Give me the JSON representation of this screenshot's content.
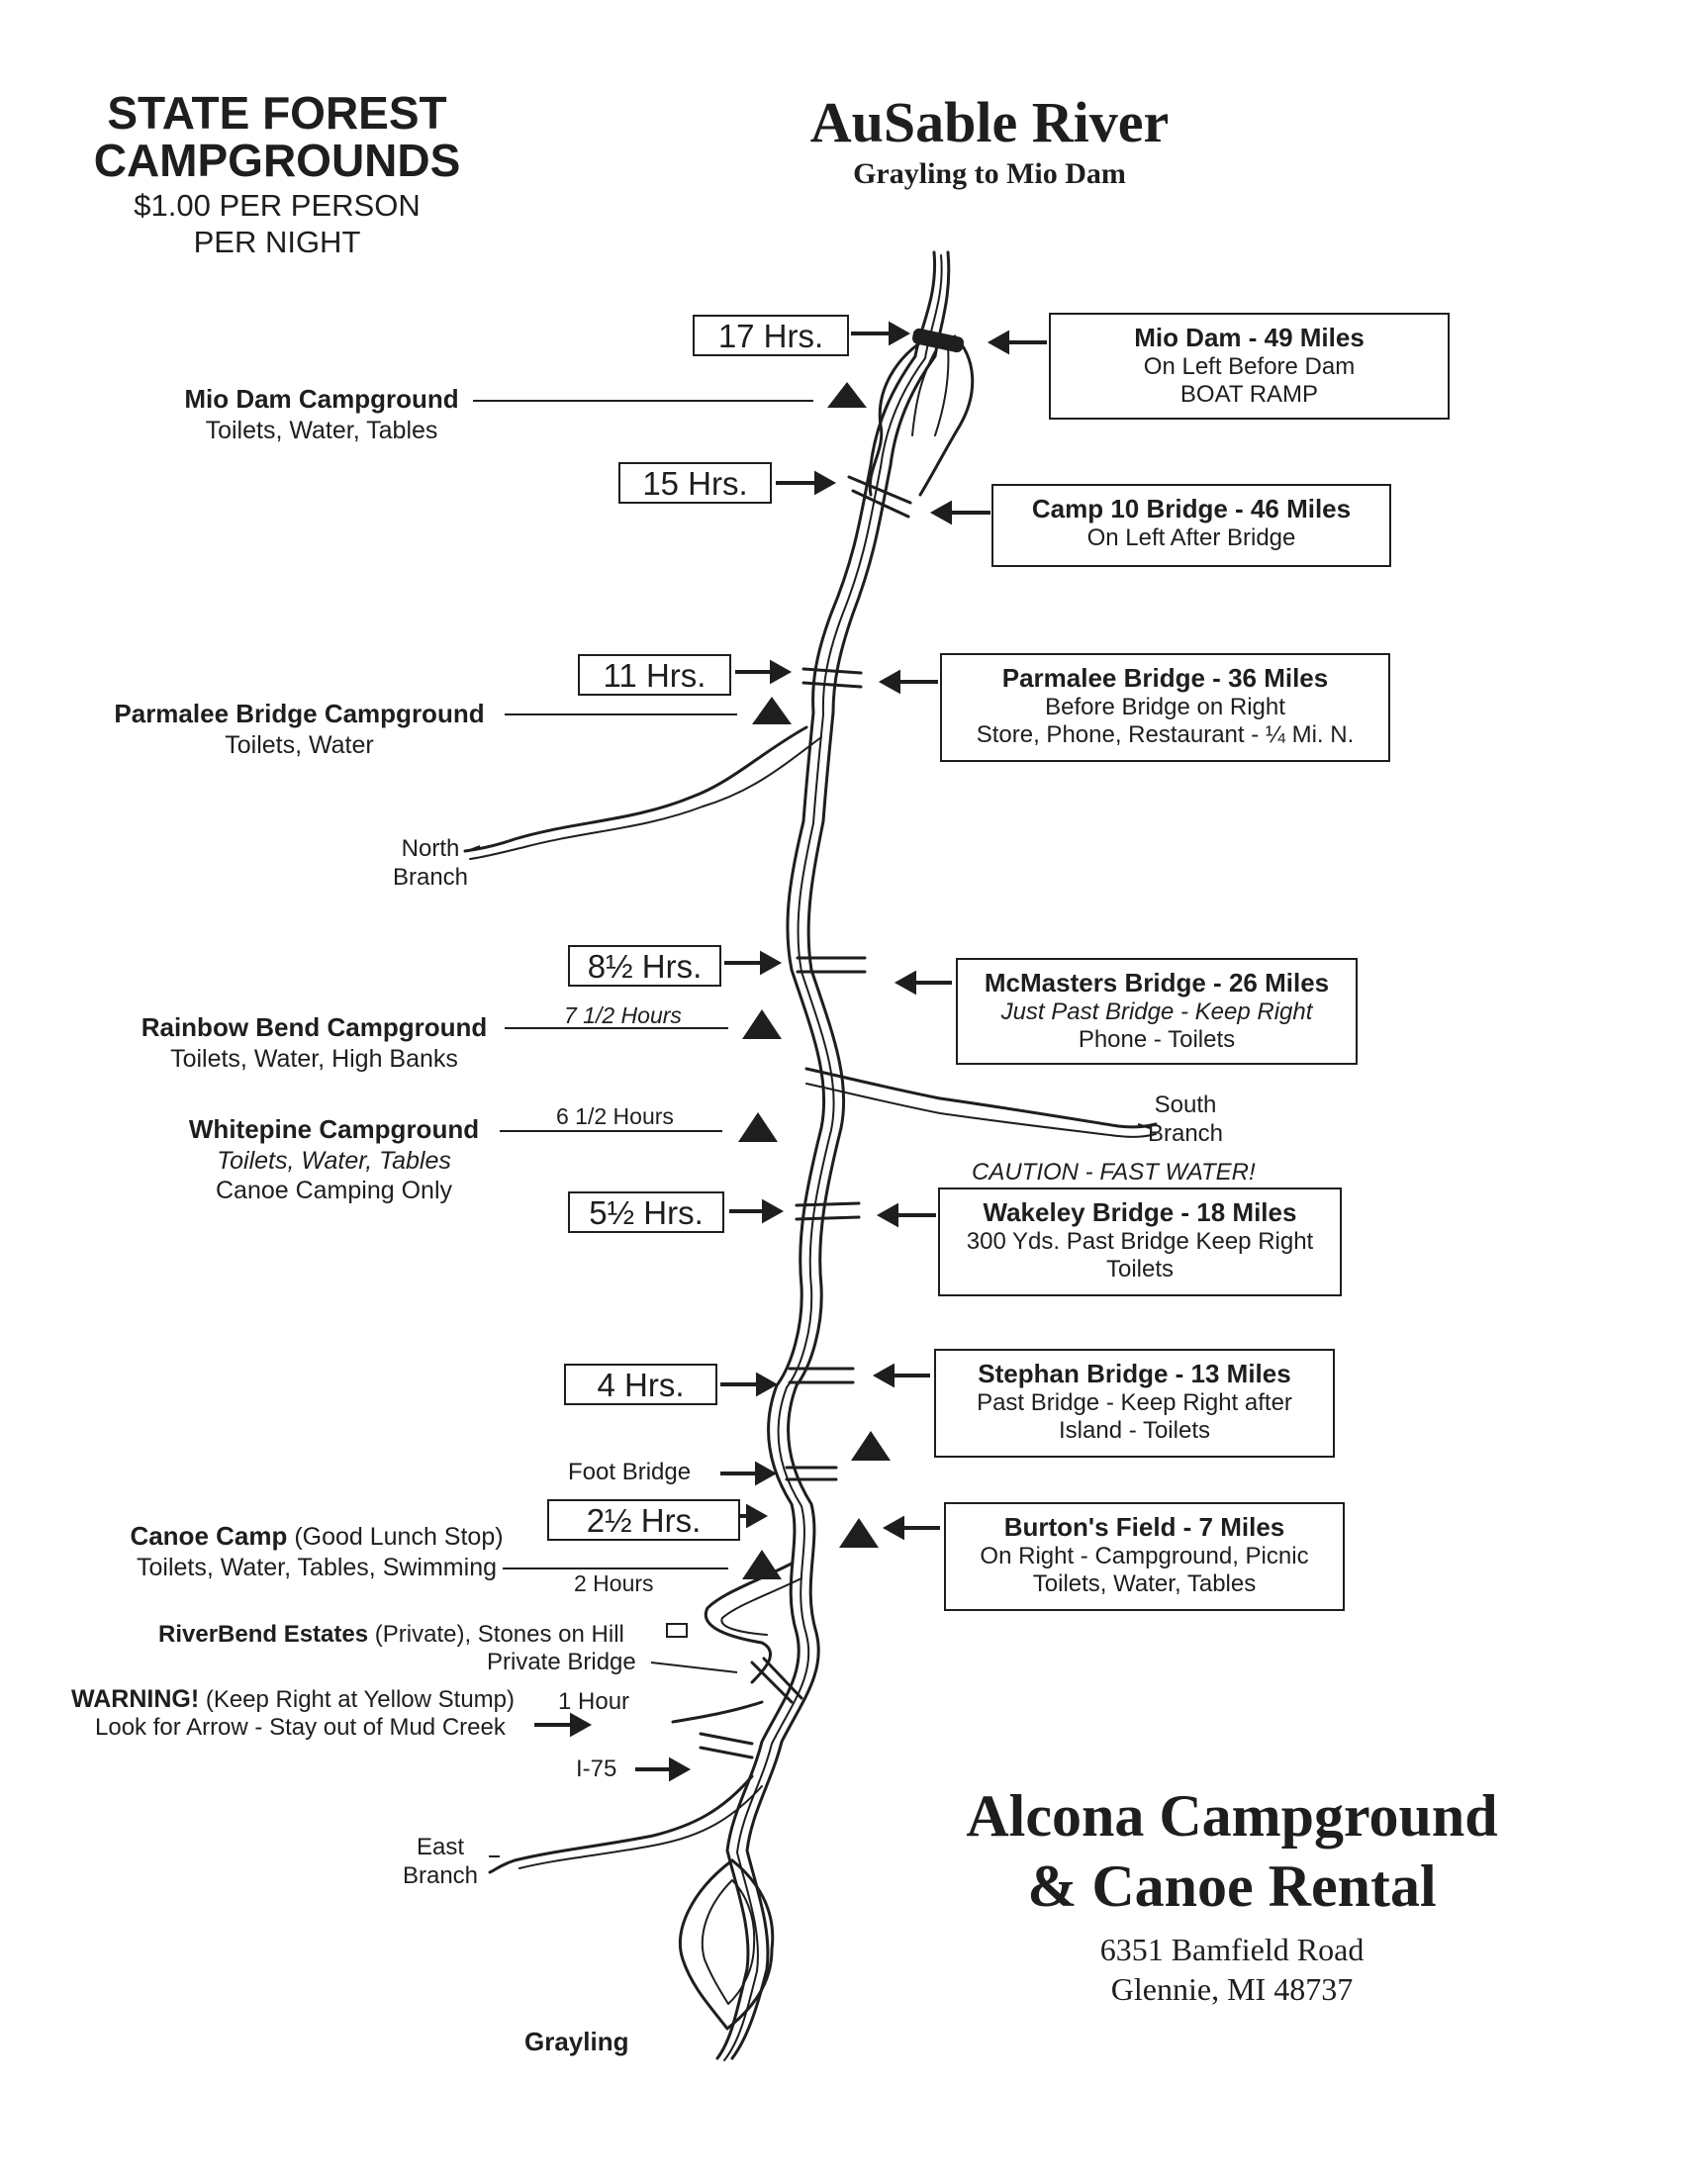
{
  "header": {
    "pricing_title_1": "STATE FOREST",
    "pricing_title_2": "CAMPGROUNDS",
    "pricing_line_1": "$1.00 PER PERSON",
    "pricing_line_2": "PER NIGHT",
    "map_title": "AuSable River",
    "map_subtitle": "Grayling to Mio Dam"
  },
  "time_markers": {
    "h17": "17 Hrs.",
    "h15": "15 Hrs.",
    "h11": "11 Hrs.",
    "h8_5": "8½ Hrs.",
    "h5_5": "5½ Hrs.",
    "h4": "4 Hrs.",
    "h2_5": "2½ Hrs."
  },
  "access_points": {
    "mio_dam": {
      "title": "Mio Dam - 49 Miles",
      "line1": "On Left Before Dam",
      "line2": "BOAT RAMP"
    },
    "camp10": {
      "title": "Camp 10 Bridge -  46 Miles",
      "line1": "On Left After Bridge"
    },
    "parmalee": {
      "title": "Parmalee Bridge - 36 Miles",
      "line1": "Before Bridge on Right",
      "line2": "Store, Phone, Restaurant - ¼ Mi. N."
    },
    "mcmasters": {
      "title": "McMasters Bridge - 26 Miles",
      "line1": "Just Past Bridge - Keep Right",
      "line2": "Phone - Toilets"
    },
    "wakeley": {
      "title": "Wakeley Bridge - 18  Miles",
      "line1": "300 Yds. Past Bridge Keep Right",
      "line2": "Toilets"
    },
    "stephan": {
      "title": "Stephan Bridge - 13 Miles",
      "line1": "Past Bridge - Keep Right after",
      "line2": "Island - Toilets"
    },
    "burtons": {
      "title": "Burton's Field -  7  Miles",
      "line1": "On Right - Campground, Picnic",
      "line2": "Toilets, Water, Tables"
    }
  },
  "campgrounds": {
    "mio_dam": {
      "name": "Mio Dam Campground",
      "amenities": "Toilets, Water, Tables"
    },
    "parmalee": {
      "name": "Parmalee Bridge Campground",
      "amenities": "Toilets, Water"
    },
    "rainbow": {
      "name": "Rainbow Bend Campground",
      "amenities": "Toilets, Water, High Banks",
      "time": "7 1/2 Hours"
    },
    "whitepine": {
      "name": "Whitepine Campground",
      "amenities": "Toilets, Water, Tables",
      "note": "Canoe Camping Only",
      "time": "6 1/2 Hours"
    },
    "canoe_camp": {
      "name": "Canoe Camp",
      "note": "(Good Lunch Stop)",
      "amenities": "Toilets, Water, Tables, Swimming",
      "time": "2 Hours"
    }
  },
  "features": {
    "north_branch_1": "North",
    "north_branch_2": "Branch",
    "south_branch_1": "South",
    "south_branch_2": "Branch",
    "caution": "CAUTION - FAST WATER!",
    "foot_bridge": "Foot Bridge",
    "riverbend_name": "RiverBend Estates",
    "riverbend_note": "(Private), Stones on Hill",
    "private_bridge": "Private Bridge",
    "warning_label": "WARNING!",
    "warning_note": "(Keep Right at Yellow Stump)",
    "warning_time": "1 Hour",
    "warning_line2": "Look for Arrow - Stay out of Mud Creek",
    "i75": "I-75",
    "east_branch_1": "East",
    "east_branch_2": "Branch",
    "grayling": "Grayling"
  },
  "business": {
    "name_line1": "Alcona Campground",
    "name_line2": "& Canoe Rental",
    "address_line1": "6351 Bamfield Road",
    "address_line2": "Glennie, MI 48737"
  },
  "colors": {
    "ink": "#1e1e1e",
    "paper": "#ffffff"
  }
}
